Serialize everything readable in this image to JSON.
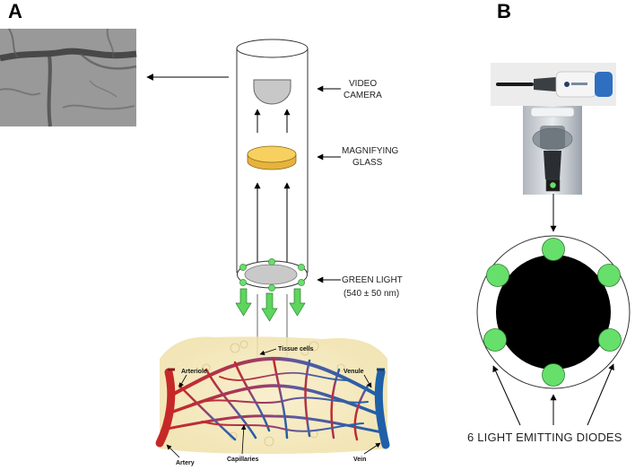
{
  "panels": {
    "a": "A",
    "b": "B"
  },
  "device_labels": {
    "camera_line1": "VIDEO",
    "camera_line2": "CAMERA",
    "glass_line1": "MAGNIFYING",
    "glass_line2": "GLASS",
    "light_line1": "GREEN LIGHT",
    "light_line2": "(540 ± 50 nm)"
  },
  "vessel_labels": {
    "tissue": "Tissue cells",
    "arteriole": "Arteriole",
    "venule": "Venule",
    "artery": "Artery",
    "capillaries": "Capillaries",
    "vein": "Vein"
  },
  "diode_caption": "6 LIGHT EMITTING DIODES",
  "colors": {
    "green_led": "#66e06a",
    "green_arrow": "#5cd65c",
    "lens_yellow": "#f7d060",
    "camera_grey": "#c8c8c8",
    "artery_red": "#c62828",
    "vein_blue": "#1f5fa8"
  }
}
